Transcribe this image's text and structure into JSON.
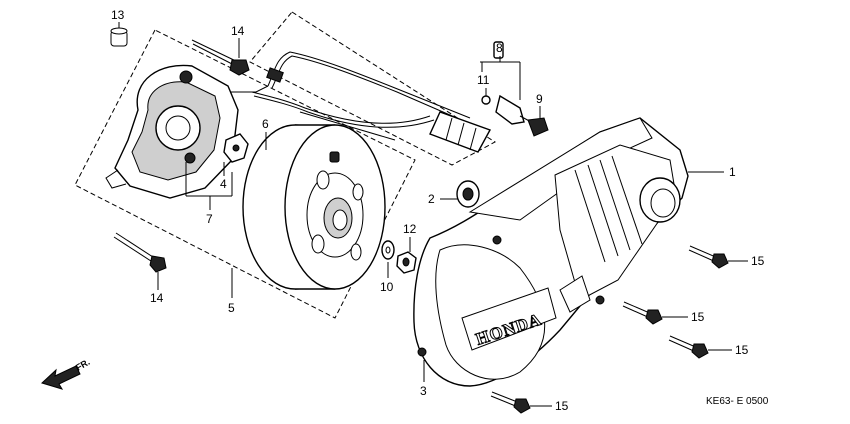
{
  "callouts": {
    "c1": "1",
    "c2": "2",
    "c3": "3",
    "c4": "4",
    "c5": "5",
    "c6": "6",
    "c7": "7",
    "c8": "8",
    "c9": "9",
    "c10": "10",
    "c11": "11",
    "c12": "12",
    "c13": "13",
    "c14a": "14",
    "c14b": "14",
    "c15a": "15",
    "c15b": "15",
    "c15c": "15",
    "c15d": "15"
  },
  "cover_brand": "HONDA",
  "direction_label": "FR.",
  "diagram_code": "KE63- E 0500"
}
